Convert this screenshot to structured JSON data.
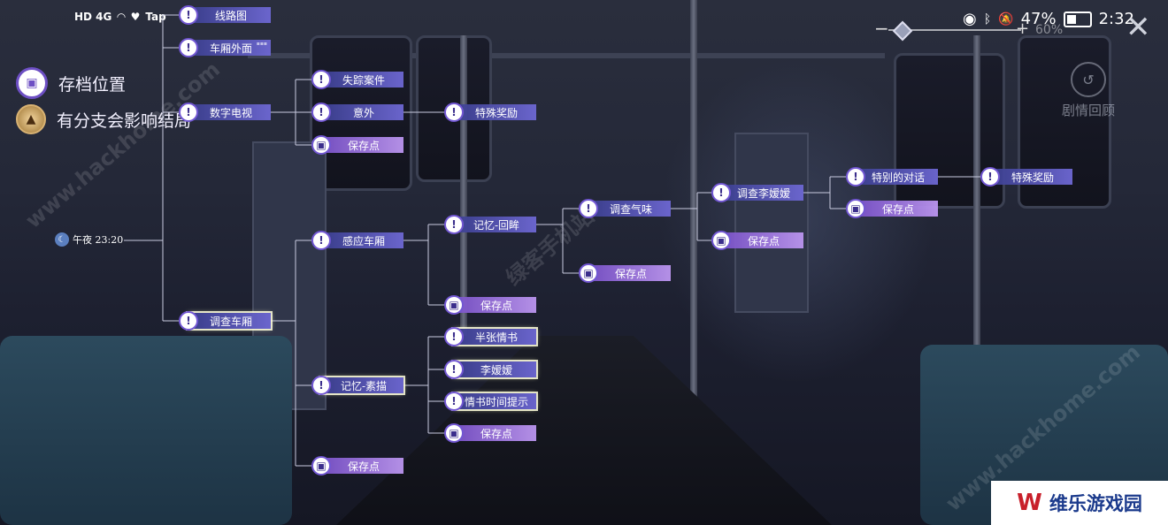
{
  "status_bar": {
    "network": "HD 4G",
    "app": "Tap",
    "battery": "47%",
    "time": "2:32"
  },
  "zoom": {
    "value": "60%",
    "level": 0.05
  },
  "review": {
    "label": "剧情回顾"
  },
  "legend": {
    "save": "存档位置",
    "branch": "有分支会影响结局"
  },
  "start": {
    "label": "午夜 23:20"
  },
  "nodes": {
    "route_map": "线路图",
    "car_outside": "车厢外面",
    "digital_tv": "数字电视",
    "missing_case": "失踪案件",
    "accident": "意外",
    "special_reward_1": "特殊奖励",
    "save_1": "保存点",
    "investigate_car": "调查车厢",
    "sense_car": "感应车厢",
    "memory_past": "记忆-回眸",
    "save_2": "保存点",
    "investigate_smell": "调查气味",
    "save_3": "保存点",
    "investigate_li": "调查李嫒嫒",
    "save_4": "保存点",
    "special_dialog": "特别的对话",
    "save_5": "保存点",
    "special_reward_2": "特殊奖励",
    "memory_sketch": "记忆-素描",
    "half_letter": "半张情书",
    "li_yuanyuan": "李嫒嫒",
    "letter_time": "情书时间提示",
    "save_6": "保存点",
    "save_7": "保存点"
  },
  "watermarks": {
    "site": "www.hackhome.com",
    "site_cn": "绿客手机站"
  },
  "brand": {
    "logo": "W",
    "name": "维乐游戏园"
  }
}
